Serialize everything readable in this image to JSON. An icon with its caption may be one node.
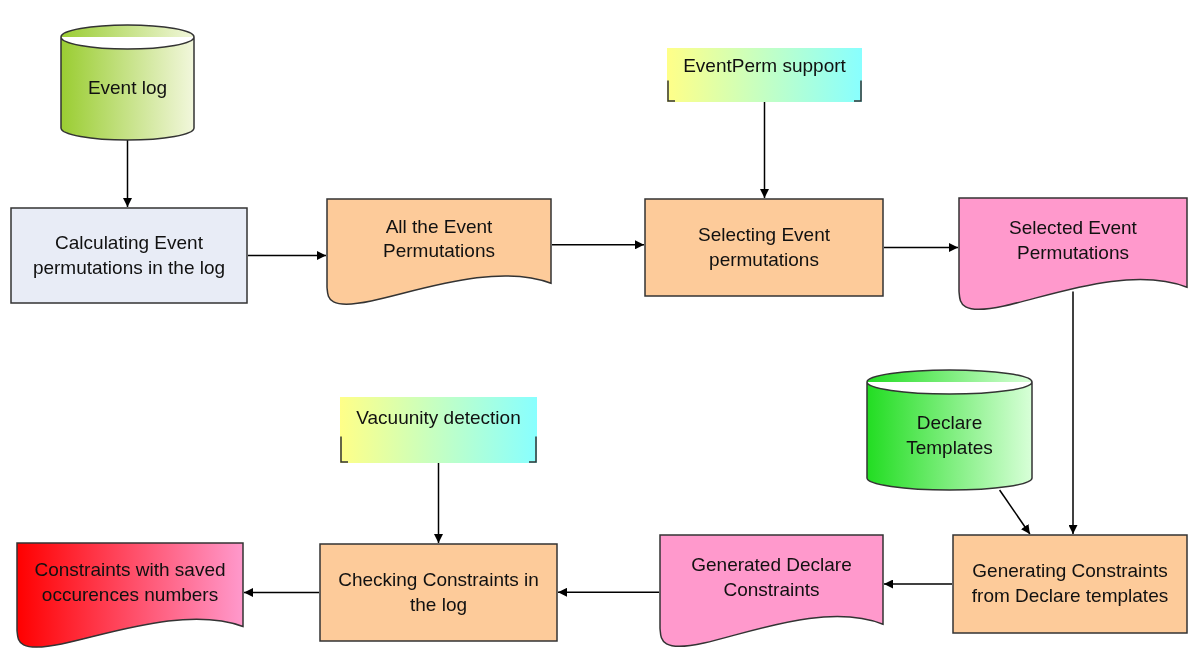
{
  "diagram": {
    "nodes": [
      {
        "text": [
          "Event log"
        ]
      },
      {
        "text": [
          "Calculating Event permutations in the log"
        ]
      },
      {
        "text": [
          "All the Event Permutations"
        ]
      },
      {
        "text": [
          "EventPerm support"
        ]
      },
      {
        "text": [
          "Selecting Event permutations"
        ]
      },
      {
        "text": [
          "Selected Event Permutations"
        ]
      },
      {
        "text": [
          "Declare Templates"
        ]
      },
      {
        "text": [
          "Vacuunity detection"
        ]
      },
      {
        "text": [
          "Constraints with saved occurences numbers"
        ]
      },
      {
        "text": [
          "Checking Constraints in the log"
        ]
      },
      {
        "text": [
          "Generated Declare Constraints"
        ]
      },
      {
        "text": [
          "Generating Constraints from Declare templates"
        ]
      }
    ],
    "edges": [
      {
        "from": 0,
        "to": 1,
        "arrow": "to"
      },
      {
        "from": 1,
        "to": 2,
        "arrow": "to"
      },
      {
        "from": 2,
        "to": 4,
        "arrow": "to"
      },
      {
        "from": 3,
        "to": 4,
        "arrow": "to"
      },
      {
        "from": 4,
        "to": 5,
        "arrow": "to"
      },
      {
        "from": 5,
        "to": 11,
        "arrow": "to"
      },
      {
        "from": 6,
        "to": 11,
        "arrow": "to"
      },
      {
        "from": 11,
        "to": 10,
        "arrow": "to"
      },
      {
        "from": 10,
        "to": 9,
        "arrow": "to"
      },
      {
        "from": 7,
        "to": 9,
        "arrow": "to"
      },
      {
        "from": 9,
        "to": 8,
        "arrow": "to"
      }
    ]
  }
}
